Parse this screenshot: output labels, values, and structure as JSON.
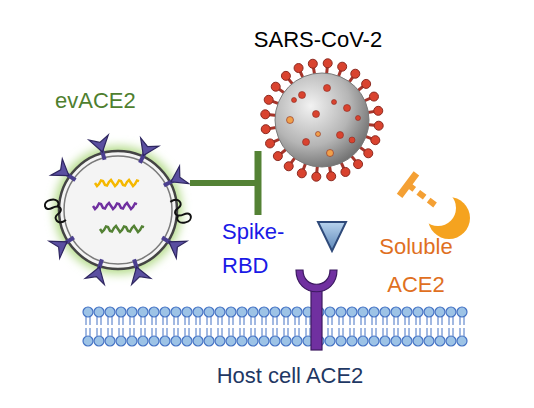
{
  "diagram": {
    "nodes": [
      {
        "text": [
          "SARS-CoV-2"
        ]
      },
      {
        "text": [
          "evACE2"
        ]
      },
      {
        "text": [
          "Spike- RBD"
        ]
      },
      {
        "text": [
          "Soluble ACE2"
        ]
      },
      {
        "text": [
          "Host cell ACE2"
        ]
      }
    ],
    "edges": [
      {
        "from": 1,
        "to": 0,
        "arrow": "to"
      },
      {
        "from": 3,
        "to": 0,
        "arrow": "to"
      }
    ]
  }
}
